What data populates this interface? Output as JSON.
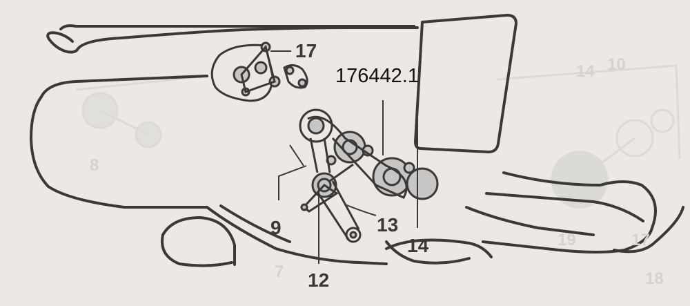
{
  "part_code": "176442.1",
  "callouts": {
    "c17": "17",
    "c9": "9",
    "c12": "12",
    "c13": "13",
    "c14": "14"
  },
  "bleed_through": {
    "g10": "10",
    "g14": "14",
    "g19": "19",
    "g17": "17",
    "g18": "18",
    "g8": "8",
    "g7": "7"
  },
  "colors": {
    "paper": "#ece8e3",
    "ink": "#3a3838",
    "pulley_fill": "#c8c6c4",
    "ghost": "#d4d3d0"
  }
}
